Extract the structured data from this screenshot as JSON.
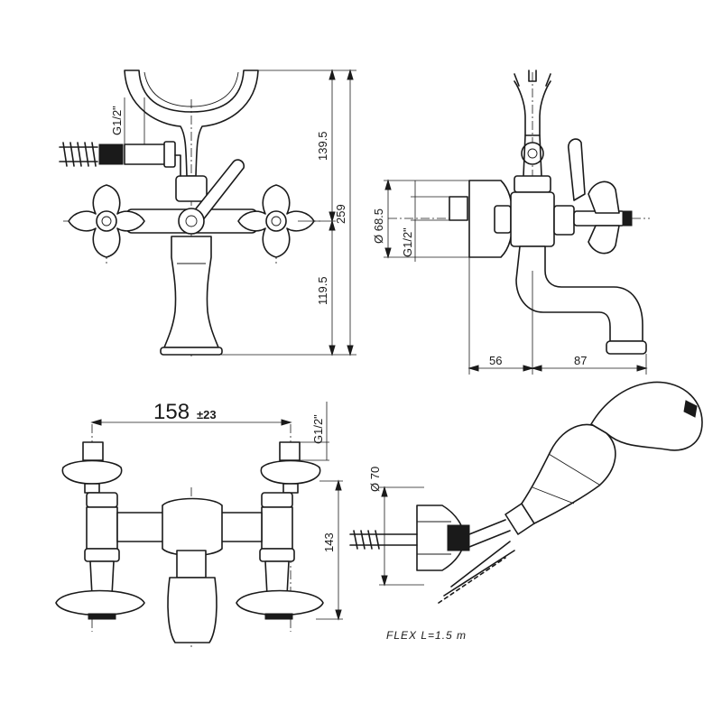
{
  "dimensions": {
    "thread_size_top": "G1/2\"",
    "height_upper": "139.5",
    "height_total": "259",
    "height_lower": "119.5",
    "diameter_body": "Ø 68.5",
    "thread_size_side": "G1/2\"",
    "spout_offset": "56",
    "spout_reach": "87",
    "centers": "158",
    "centers_tolerance": "±23",
    "thread_size_inlet": "G1/2\"",
    "height_inlet": "143",
    "diameter_flange": "Ø 70"
  },
  "notes": {
    "flex_hose": "FLEX L=1.5 m"
  },
  "icons": {
    "valve_handle": "cross-handle-icon",
    "hand_shower": "hand-shower-icon"
  }
}
